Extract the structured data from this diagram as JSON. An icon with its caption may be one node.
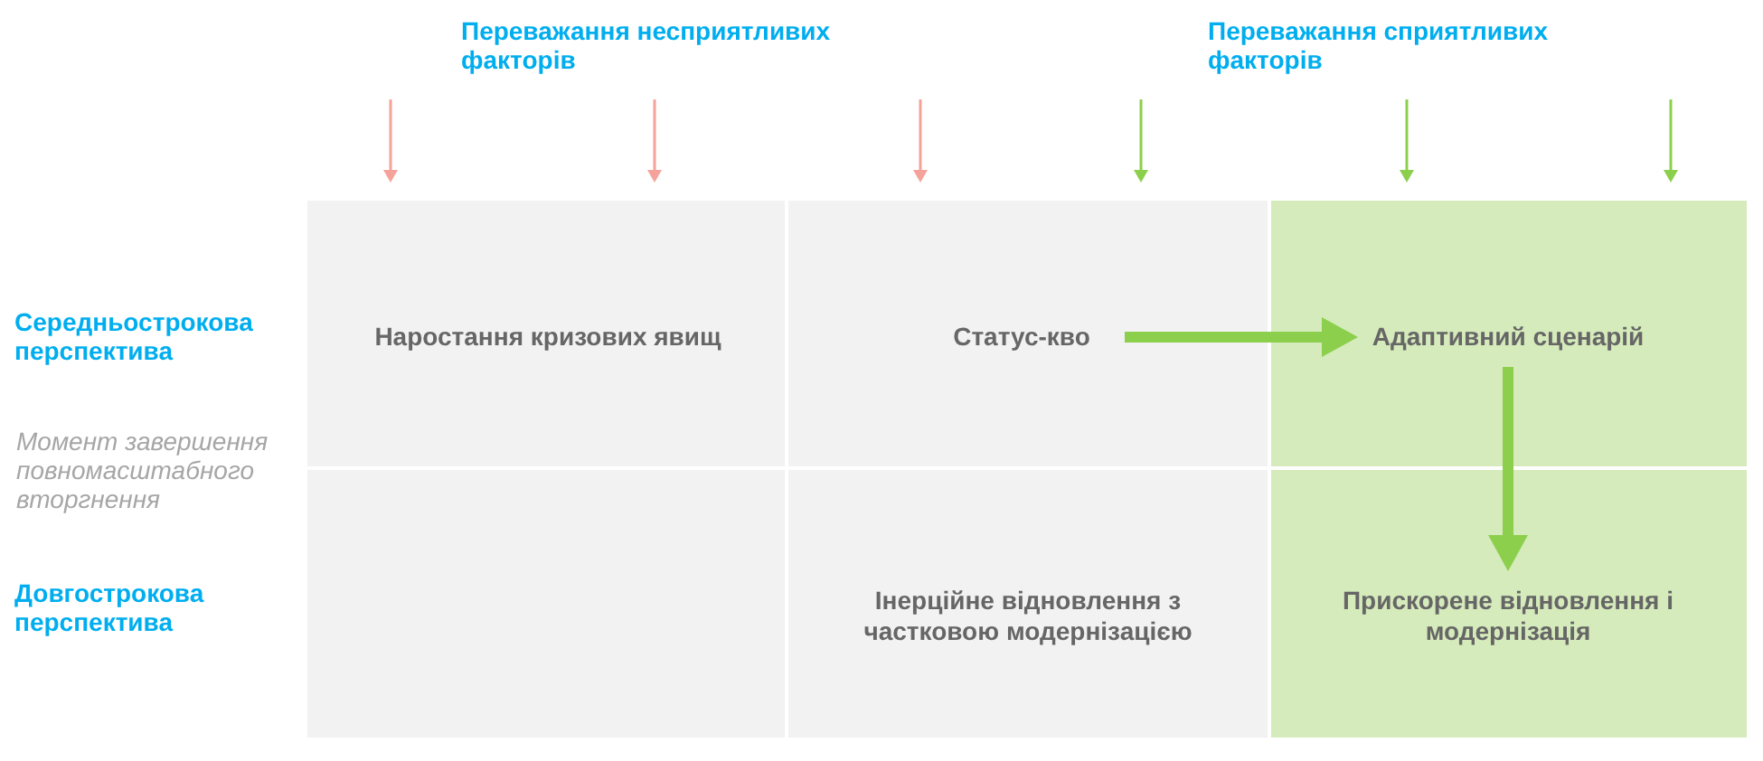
{
  "diagram": {
    "nodes": [
      {
        "text": [],
        "shape": "box"
      },
      {
        "text": [
          "Наростання кризових явищ"
        ],
        "in": 0
      },
      {
        "text": [],
        "shape": "box"
      },
      {
        "text": [
          "Статус-кво"
        ],
        "in": 2
      },
      {
        "text": [],
        "shape": "box"
      },
      {
        "text": [
          "Адаптивний сценарій"
        ],
        "in": 4
      },
      {
        "text": [],
        "shape": "box"
      },
      {
        "text": [],
        "shape": "box"
      },
      {
        "text": [
          "Інерційне відновлення з частковою модернізацією"
        ],
        "in": 7
      },
      {
        "text": [],
        "shape": "box"
      },
      {
        "text": [
          "Прискорене відновлення і модернізація"
        ],
        "in": 9
      }
    ],
    "edges": [
      {
        "from": 3,
        "to": 5,
        "arrow": "to"
      },
      {
        "from": 5,
        "to": 10,
        "arrow": "to"
      }
    ],
    "labels": [
      "Переважання несприятливих факторів",
      "Переважання сприятливих факторів",
      "Середньострокова перспектива",
      "Момент завершення повномасштабного вторгнення",
      "Довгострокова перспектива"
    ]
  }
}
